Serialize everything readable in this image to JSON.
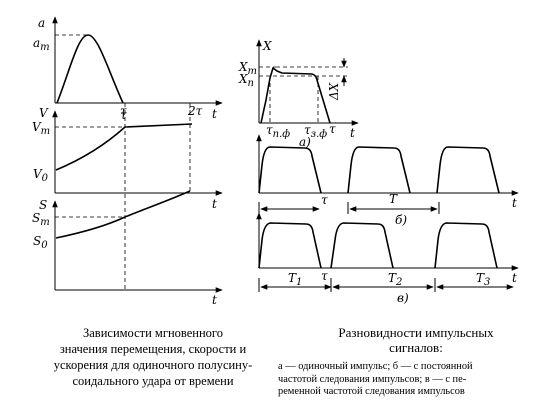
{
  "figure_left": {
    "panel_a": {
      "y_axis": "a",
      "peak": "a",
      "peak_sub": "m",
      "x_tick_1": "τ",
      "x_tick_2": "2τ",
      "x_axis": "t"
    },
    "panel_v": {
      "y_axis": "V",
      "max": "V",
      "max_sub": "m",
      "start": "V",
      "start_sub": "0",
      "x_tick": "τ",
      "x_axis": "t"
    },
    "panel_s": {
      "y_axis": "S",
      "max": "S",
      "max_sub": "m",
      "start": "S",
      "start_sub": "0",
      "x_axis": "t"
    }
  },
  "figure_right": {
    "panel_a": {
      "y_axis": "X",
      "max": "X",
      "max_sub": "m",
      "nom": "X",
      "nom_sub": "n",
      "delta": "ΔX",
      "rise": "τ",
      "rise_sub": "п.ф",
      "fall": "τ",
      "fall_sub": "з.ф",
      "tau": "τ",
      "x_axis": "t",
      "label": "а)"
    },
    "panel_b": {
      "tau": "τ",
      "period": "T",
      "label": "б)",
      "x_axis": "t"
    },
    "panel_c": {
      "p1": "T",
      "p1_sub": "1",
      "tau": "τ",
      "p2": "T",
      "p2_sub": "2",
      "p3": "T",
      "p3_sub": "3",
      "label": "в)",
      "x_axis": "t"
    }
  },
  "captions": {
    "left": "Зависимости мгновенного\nзначения перемещения, скорости и\nускорения для одиночного полусину-\nсоидального удара от времени",
    "right_title": "Разновидности импульсных\nсигналов:",
    "right_legend": "а — одиночный импульс; б — с постоянной\nчастотой следования импульсов; в — с пе-\nременной частотой следования импульсов"
  }
}
